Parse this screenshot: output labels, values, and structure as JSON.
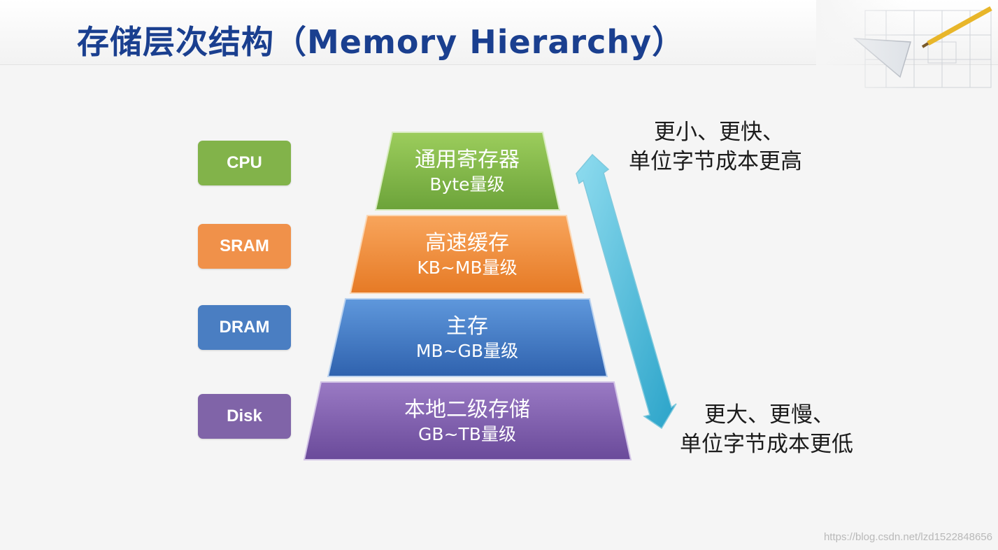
{
  "title": "存储层次结构（Memory Hierarchy）",
  "levels": [
    {
      "label": "CPU",
      "name": "通用寄存器",
      "size": "Byte量级",
      "color": "#82b34a"
    },
    {
      "label": "SRAM",
      "name": "高速缓存",
      "size": "KB~MB量级",
      "color": "#f0914a"
    },
    {
      "label": "DRAM",
      "name": "主存",
      "size": "MB~GB量级",
      "color": "#4a7ec2"
    },
    {
      "label": "Disk",
      "name": "本地二级存储",
      "size": "GB~TB量级",
      "color": "#8064a8"
    }
  ],
  "top_note": {
    "line1": "更小、更快、",
    "line2": "单位字节成本更高"
  },
  "bottom_note": {
    "line1": "更大、更慢、",
    "line2": "单位字节成本更低"
  },
  "watermark": "https://blog.csdn.net/lzd1522848656"
}
